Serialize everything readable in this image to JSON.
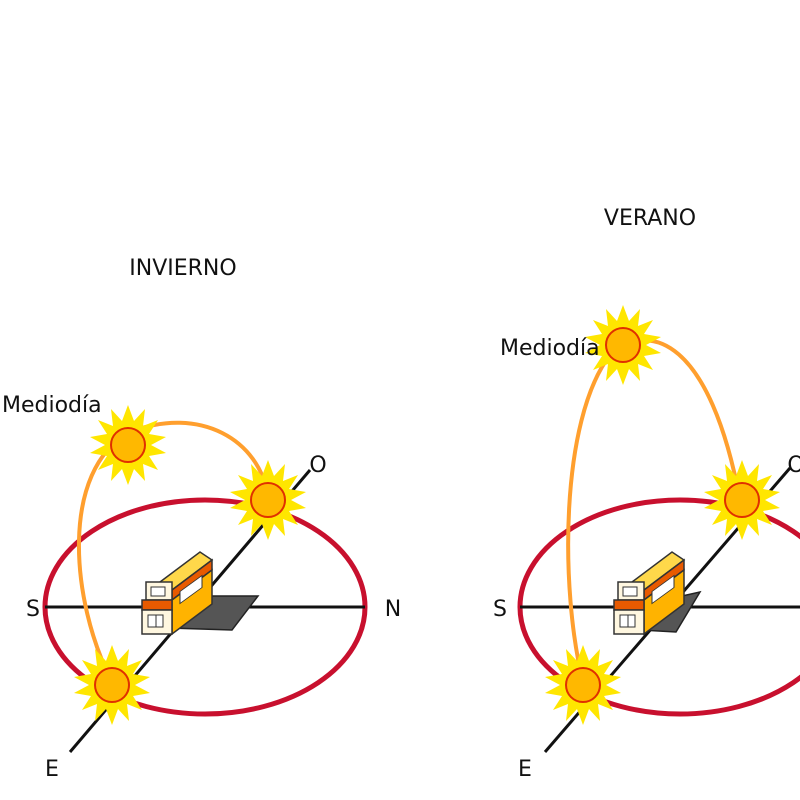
{
  "panels": {
    "winter": {
      "title": "INVIERNO",
      "noon_label": "Mediodía",
      "dir_south": "S",
      "dir_north": "N",
      "dir_east": "E",
      "dir_west": "O"
    },
    "summer": {
      "title": "VERANO",
      "noon_label": "Mediodía",
      "dir_south": "S",
      "dir_east": "E",
      "dir_west": "O"
    }
  },
  "colors": {
    "sun_ray": "#ffe600",
    "sun_body": "#ffb800",
    "sun_outline": "#e03000",
    "horizon_ellipse": "#c8102e",
    "sun_path": "#ff9f2e",
    "axis": "#111111",
    "house_wall": "#ffb300",
    "house_roof": "#e85a00",
    "shadow": "#555555"
  }
}
